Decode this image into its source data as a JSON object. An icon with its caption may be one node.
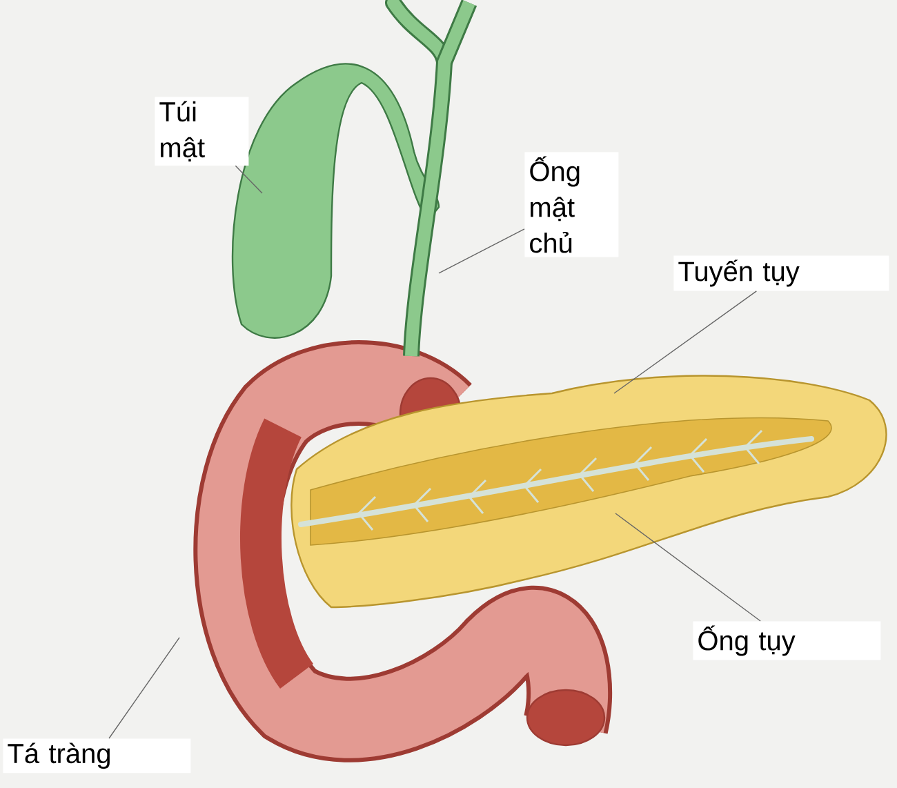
{
  "diagram": {
    "nodes": [
      {
        "text": [
          "Túi mật"
        ]
      },
      {
        "text": [
          "Ống mật chủ"
        ]
      },
      {
        "text": [
          "Tuyến tụy"
        ]
      },
      {
        "text": [
          "Ống tụy"
        ]
      },
      {
        "text": [
          "Tá tràng"
        ]
      },
      {
        "text": [],
        "shape": "picture"
      },
      {
        "text": [],
        "shape": "picture"
      },
      {
        "text": [],
        "shape": "picture"
      },
      {
        "text": [],
        "shape": "picture",
        "in": 7
      },
      {
        "text": [],
        "shape": "picture"
      }
    ],
    "edges": [
      {
        "from": 0,
        "to": 5,
        "arrow": "none"
      },
      {
        "from": 1,
        "to": 6,
        "arrow": "none"
      },
      {
        "from": 2,
        "to": 7,
        "arrow": "none"
      },
      {
        "from": 3,
        "to": 8,
        "arrow": "none"
      },
      {
        "from": 4,
        "to": 9,
        "arrow": "none"
      }
    ]
  }
}
